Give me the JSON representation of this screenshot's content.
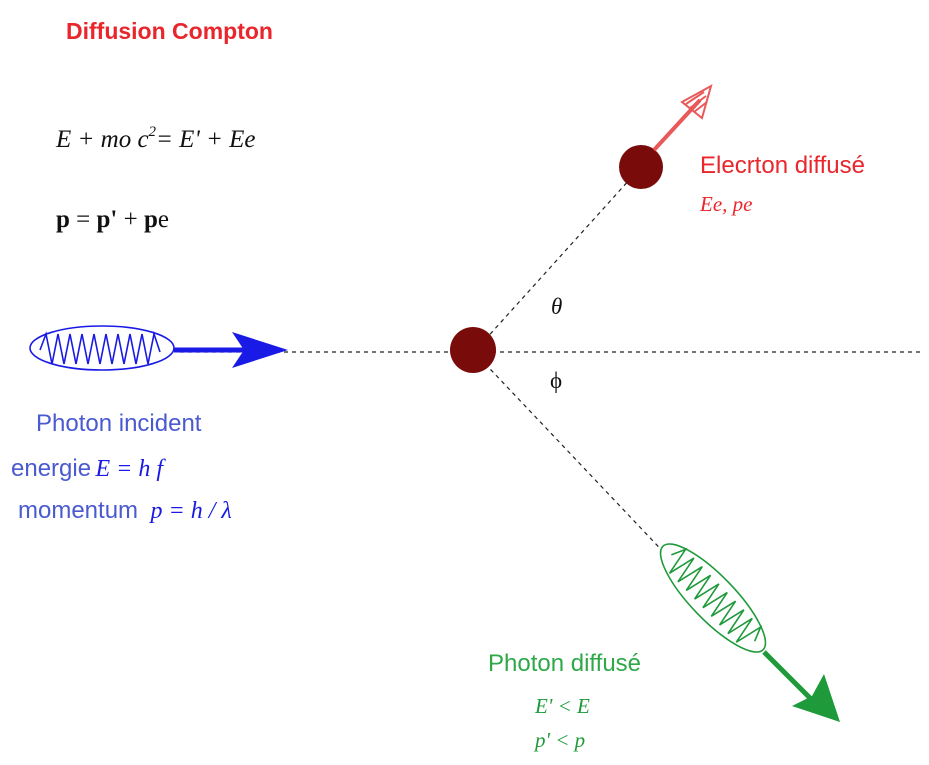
{
  "title": "Diffusion Compton",
  "equations": {
    "energy": {
      "lhs": "E + mo c",
      "exp": "2",
      "rhs": "= E' + Ee"
    },
    "momentum": {
      "p": "p",
      "eq": " = ",
      "pprime": "p'",
      "plus": " + ",
      "pe_bold": "p",
      "pe_sub": "e"
    }
  },
  "incident": {
    "title": "Photon incident",
    "energy_label": "energie",
    "energy_eq": "E = h f",
    "momentum_label": "momentum",
    "momentum_eq": "p = h / λ"
  },
  "electron": {
    "title": "Elecrton diffusé",
    "vars": "Ee, pe"
  },
  "scattered": {
    "title": "Photon diffusé",
    "ineq1": "E' < E",
    "ineq2": "p' < p"
  },
  "angles": {
    "theta": "θ",
    "phi": "ϕ"
  },
  "colors": {
    "title_red": "#e8262b",
    "electron_dark": "#7a0b0b",
    "incident_blue": "#1a1ae6",
    "scattered_green": "#1f9a3a",
    "electron_arrow": "#e85a5a"
  }
}
